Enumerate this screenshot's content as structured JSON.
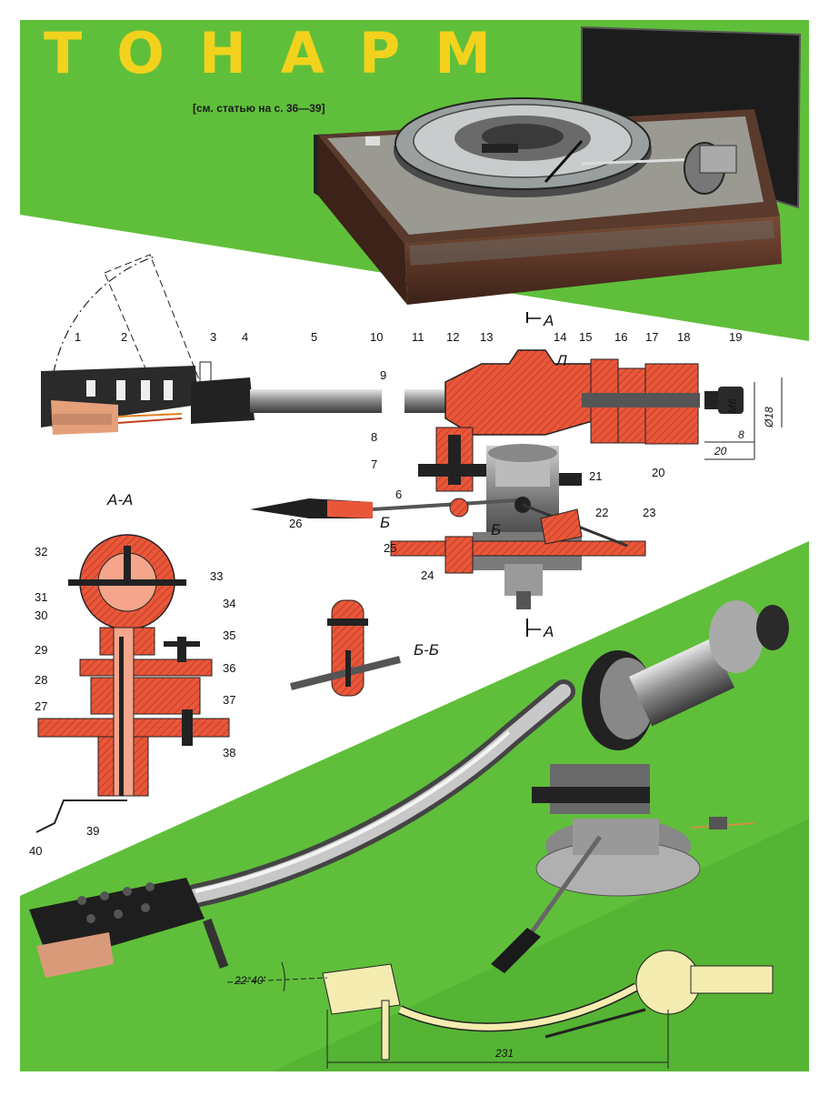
{
  "title": "ТОНАРМ",
  "subtitle": "[см. статью на с. 36—39]",
  "section_labels": {
    "aa": "А-А",
    "bb": "Б-Б",
    "cut_a": "А",
    "cut_b": "Б",
    "letter_l": "Л"
  },
  "callouts": [
    "1",
    "2",
    "3",
    "4",
    "5",
    "6",
    "7",
    "8",
    "9",
    "10",
    "11",
    "12",
    "13",
    "14",
    "15",
    "16",
    "17",
    "18",
    "19",
    "20",
    "21",
    "22",
    "23",
    "24",
    "25",
    "26",
    "27",
    "28",
    "29",
    "30",
    "31",
    "32",
    "33",
    "34",
    "35",
    "36",
    "37",
    "38",
    "39",
    "40"
  ],
  "dimensions": {
    "thread": "М6",
    "diameter": "Ø18",
    "len8": "8",
    "len20": "20",
    "angle": "22°40'",
    "length": "231"
  },
  "colors": {
    "green": "#5fbf3a",
    "green_dark": "#3e9a2a",
    "title_yellow": "#f2d21c",
    "section_red": "#e8573a",
    "section_pink": "#f4a58c",
    "metal_dark": "#2a2a2a"
  }
}
